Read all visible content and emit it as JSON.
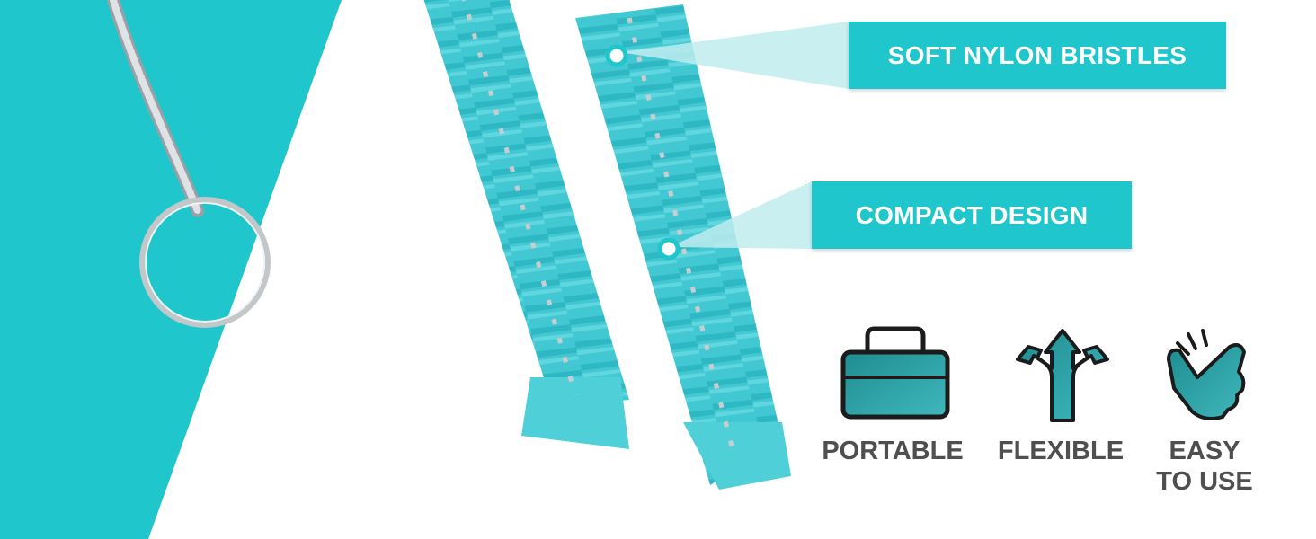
{
  "callouts": {
    "bristles": "SOFT NYLON BRISTLES",
    "compact": "COMPACT DESIGN"
  },
  "features": [
    {
      "label": "PORTABLE",
      "icon": "toolbox-icon"
    },
    {
      "label": "FLEXIBLE",
      "icon": "split-arrows-icon"
    },
    {
      "label_lines": [
        "EASY",
        "TO USE"
      ],
      "icon": "snap-fingers-icon"
    }
  ],
  "colors": {
    "brand_teal": "#1fc6cc",
    "bristle_teal": "#36c4cf",
    "icon_teal": "#2a9fa3",
    "text_gray": "#4f4f4f",
    "wire_silver": "#b9bcbf"
  }
}
